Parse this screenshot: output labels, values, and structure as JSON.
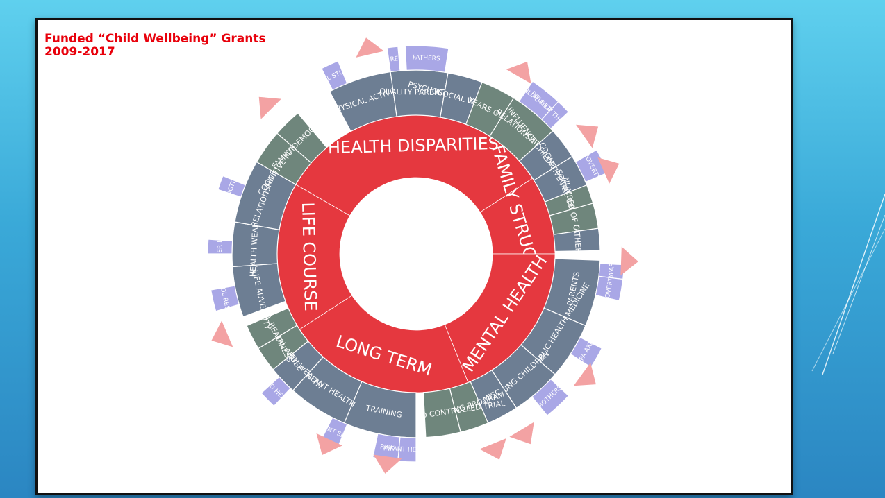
{
  "slide": {
    "title_line1": "Funded “Child Wellbeing” Grants",
    "title_line2": "2009-2017"
  },
  "colors": {
    "inner_ring": "#e5383f",
    "gray_segment": "#6d7e93",
    "green_segment": "#6f867c",
    "lavender_segment": "#a9a7e6",
    "pointer": "#f3a2a3"
  },
  "chart_data": {
    "type": "sunburst",
    "title": "",
    "rings": [
      {
        "level": 1,
        "segments": [
          {
            "label": "HEALTH DISPARITIES",
            "start": 300,
            "end": 57
          },
          {
            "label": "FAMILY STRUCTURE",
            "start": 57,
            "end": 90
          },
          {
            "label": "MENTAL HEALTH",
            "start": 90,
            "end": 158
          },
          {
            "label": "LONG TERM",
            "start": 158,
            "end": 237
          },
          {
            "label": "LIFE COURSE",
            "start": 237,
            "end": 300
          }
        ]
      },
      {
        "level": 2,
        "segments": [
          {
            "label": "PHYSICAL ACTIVITY",
            "start": 332,
            "end": 352,
            "color": "gray"
          },
          {
            "label": "QUALITY PARENTING",
            "start": 352,
            "end": 10,
            "color": "gray"
          },
          {
            "label": "PSYCHOSOCIAL WELLBEING",
            "start": 10,
            "end": 21,
            "color": "gray"
          },
          {
            "label": "YEARS OLD",
            "start": 21,
            "end": 32,
            "color": "green"
          },
          {
            "label": "RELATIONSHIPS",
            "start": 32,
            "end": 48,
            "color": "green"
          },
          {
            "label": "INFLUENCE CHILDRENS HEALTH",
            "start": 48,
            "end": 58,
            "color": "gray"
          },
          {
            "label": "COGNITIVE FUNCTION",
            "start": 58,
            "end": 68,
            "color": "gray"
          },
          {
            "label": "SOCIAL CONTEXT",
            "start": 68,
            "end": 74,
            "color": "green"
          },
          {
            "label": "NUMBER OF CHILDREN",
            "start": 74,
            "end": 82,
            "color": "green"
          },
          {
            "label": "FATHERS",
            "start": 82,
            "end": 89,
            "color": "gray"
          },
          {
            "label": "PARENTS",
            "start": 92,
            "end": 113,
            "color": "gray"
          },
          {
            "label": "HEALTH/PUBLIC HEALTH MEDICINE",
            "start": 113,
            "end": 131,
            "color": "gray"
          },
          {
            "label": "YOUNG CHILDREN",
            "start": 131,
            "end": 147,
            "color": "gray"
          },
          {
            "label": "MISC",
            "start": 147,
            "end": 157,
            "color": "gray"
          },
          {
            "label": "TRAINING PROGRAM",
            "start": 157,
            "end": 166,
            "color": "green"
          },
          {
            "label": "RANDOMIZED CONTROLLED TRIAL",
            "start": 166,
            "end": 177,
            "color": "green"
          },
          {
            "label": "TRAINING",
            "start": 180,
            "end": 203,
            "color": "gray"
          },
          {
            "label": "INFANT HEALTH",
            "start": 203,
            "end": 222,
            "color": "gray"
          },
          {
            "label": "HEALTH WEALTH",
            "start": 222,
            "end": 231,
            "color": "gray"
          },
          {
            "label": "SEXUAL ABUSE",
            "start": 231,
            "end": 239,
            "color": "green"
          },
          {
            "label": "SCHOOL READINESS",
            "start": 239,
            "end": 247,
            "color": "green"
          },
          {
            "label": "EARLY LIFE ADVERSITY",
            "start": 250,
            "end": 266,
            "color": "gray"
          },
          {
            "label": "HEALTH WEALTH",
            "start": 266,
            "end": 280,
            "color": "gray"
          },
          {
            "label": "RELATIONSHIPS",
            "start": 280,
            "end": 300,
            "color": "gray"
          },
          {
            "label": "COGNITIVE FUNCTION",
            "start": 300,
            "end": 311,
            "color": "green"
          },
          {
            "label": "FAMILY DEMOGRAPHY",
            "start": 311,
            "end": 320,
            "color": "green"
          }
        ]
      },
      {
        "level": 3,
        "segments": [
          {
            "label": "SCHOOL STUDENTS",
            "start": 333,
            "end": 338
          },
          {
            "label": "SCHOOL READINESS",
            "start": 352,
            "end": 355
          },
          {
            "label": "FATHERS",
            "start": 357,
            "end": 9
          },
          {
            "label": "FILIAL PIETY",
            "start": 34,
            "end": 43
          },
          {
            "label": "ROLE OF THE FAMILY",
            "start": 43,
            "end": 47
          },
          {
            "label": "POVERTY",
            "start": 60,
            "end": 67
          },
          {
            "label": "QUALITY PARENTING",
            "start": 93,
            "end": 97
          },
          {
            "label": "POVERTY",
            "start": 97,
            "end": 103
          },
          {
            "label": "HPA AXIS",
            "start": 117,
            "end": 123
          },
          {
            "label": "MOTHERS",
            "start": 133,
            "end": 141
          },
          {
            "label": "CHILD HEALTH",
            "start": 223,
            "end": 228
          },
          {
            "label": "RISK",
            "start": 185,
            "end": 192
          },
          {
            "label": "INFANT HEALTH",
            "start": 180,
            "end": 185
          },
          {
            "label": "INFANT SLEEP",
            "start": 202,
            "end": 207
          },
          {
            "label": "LATER LIFE",
            "start": 270,
            "end": 274
          },
          {
            "label": "CORTISOL RESPONSE",
            "start": 254,
            "end": 260
          },
          {
            "label": "LONGTERM",
            "start": 288,
            "end": 292
          }
        ]
      }
    ]
  }
}
